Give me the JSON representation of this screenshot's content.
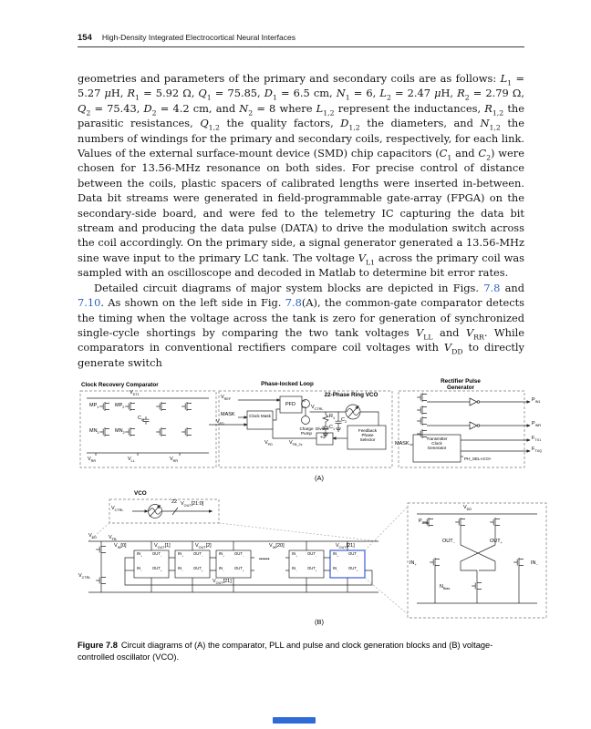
{
  "header": {
    "page_number": "154",
    "running_title": "High-Density Integrated Electrocortical Neural Interfaces"
  },
  "body": {
    "para1": "geometries and parameters of the primary and secondary coils are as follows: *L*~1~ = 5.27 *μ*H, *R*~1~ = 5.92 Ω, *Q*~1~ = 75.85, *D*~1~ = 6.5 cm, *N*~1~ = 6, *L*~2~ = 2.47 *μ*H, *R*~2~ = 2.79 Ω, *Q*~2~ = 75.43, *D*~2~ = 4.2 cm, and *N*~2~ = 8 where *L*~1,2~ represent the inductances, *R*~1,2~ the parasitic resistances, *Q*~1,2~ the quality factors, *D*~1,2~ the diameters, and *N*~1,2~ the numbers of windings for the primary and secondary coils, respectively, for each link. Values of the external surface-mount device (SMD) chip capacitors (*C*~1~ and *C*~2~) were chosen for 13.56-MHz resonance on both sides. For precise control of distance between the coils, plastic spacers of calibrated lengths were inserted in-between. Data bit streams were generated in field-programmable gate-array (FPGA) on the secondary-side board, and were fed to the telemetry IC capturing the data bit stream and producing the data pulse (DATA) to drive the modulation switch across the coil accordingly. On the primary side, a signal generator generated a 13.56-MHz sine wave input to the primary LC tank. The voltage *V*~L1~ across the primary coil was sampled with an oscilloscope and decoded in Matlab to determine bit error rates.",
    "para2_segments": [
      {
        "link": false,
        "text": "Detailed circuit diagrams of major system blocks are depicted in Figs. "
      },
      {
        "link": true,
        "text": "7.8"
      },
      {
        "link": false,
        "text": " and "
      },
      {
        "link": true,
        "text": "7.10"
      },
      {
        "link": false,
        "text": ". As shown on the left side in Fig. "
      },
      {
        "link": true,
        "text": "7.8"
      },
      {
        "link": false,
        "text": "(A), the common-gate comparator detects the timing when the voltage across the tank is zero for generation of synchronized single-cycle shortings by comparing the two tank voltages *V*~LL~ and *V*~RR~. While comparators in conventional rectifiers compare coil voltages with *V*~DD~ to directly generate switch"
      }
    ]
  },
  "figure": {
    "panel_a": {
      "label": "(A)",
      "comparator": {
        "title": "Clock Recovery Comparator",
        "vdt": "V~DT1~",
        "mp1": "MP~1~",
        "mp2": "MP~2~",
        "mn1": "MN~1~",
        "mn2": "MN~2~",
        "cm": "C~M~",
        "vrr_left": "V~RR~",
        "vll": "V~LL~",
        "vrr_right": "V~RR~"
      },
      "pll": {
        "title": "Phase-locked Loop",
        "vref": "V~REF~",
        "mask": "MASK",
        "vfd": "V~FD~",
        "clock_mask": "Clock Mask",
        "pfd": "PFD",
        "charge_pump": "Charge Pump",
        "vctrl": "V~CTRL~",
        "r1": "R~1~",
        "c1": "C~1~",
        "c2": "C~2~",
        "vco_title": "22-Phase Ring VCO",
        "feedback_selector": "Feedback Phase Selector",
        "divider": "Divider",
        "div2": "÷2",
        "vpd": "V~PD~",
        "vfb2x": "V~FB_2x~"
      },
      "rpg": {
        "title": "Rectifier Pulse Generator",
        "pin1": "P~IN1~",
        "pinr": "P~INR~",
        "mask": "MASK",
        "phsel": "PH_SEL<4:0>",
        "tcg": "Transmitter Clock Generator",
        "ftx1": "F~TX1~",
        "ftxq": "F~TXQ~"
      }
    },
    "panel_b": {
      "label": "(B)",
      "vco": {
        "title": "VCO",
        "vctrl": "V~CTRL~",
        "bus": "22",
        "vout_bus": "V~OUT~[21:0]"
      },
      "chain": {
        "vdd": "V~DD~",
        "vfb": "V~FB~",
        "vctrl": "V~CTRL~",
        "vin0": "V~IN~[0]",
        "vout1": "V~OUT~[1]",
        "vout2": "V~OUT~[2]",
        "vin20": "V~IN~[20]",
        "vout21": "V~OUT~[21]",
        "dots": "••••••"
      },
      "cell": {
        "in_p": "IN~+~",
        "out_m": "OUT~−~",
        "in_m": "IN~−~",
        "out_p": "OUT~+~"
      },
      "detail": {
        "vdd": "V~DD~",
        "pbias": "P~Bias~",
        "nbias": "N~Bias~",
        "out_m": "OUT~−~",
        "out_p": "OUT~+~",
        "in_p": "IN~+~",
        "in_m": "IN~−~"
      }
    },
    "caption": {
      "label": "Figure 7.8",
      "text": "Circuit diagrams of (A) the comparator, PLL and pulse and clock generation blocks and (B) voltage-controlled oscillator (VCO)."
    }
  },
  "colors": {
    "link_blue": "#2b62c4",
    "highlight_cell_blue": "#2b4fd0",
    "indicator_blue": "#2e6bd6"
  },
  "footer": {
    "indicator_color": "#2e6bd6"
  }
}
